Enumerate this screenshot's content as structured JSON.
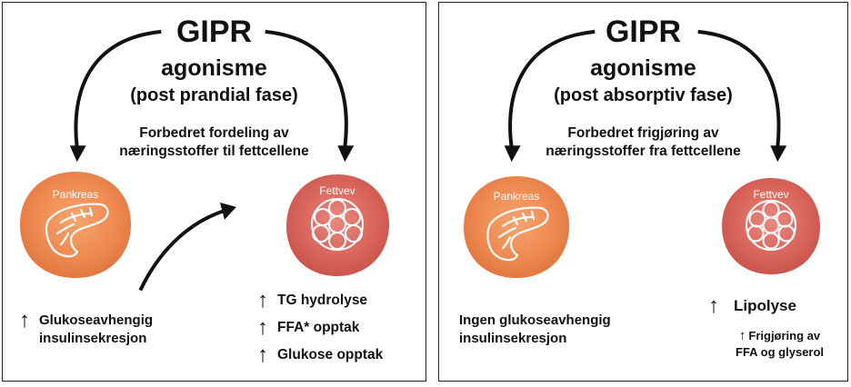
{
  "left": {
    "title": "GIPR",
    "sub1": "agonisme",
    "sub2": "(post prandial fase)",
    "desc_line1": "Forbedret fordeling av",
    "desc_line2": "næringsstoffer til fettcellene",
    "pancreas_label": "Pankreas",
    "fat_label": "Fettvev",
    "pancreas_note_line1": "Glukoseavhengig",
    "pancreas_note_line2": "insulinsekresjon",
    "fat_notes": [
      "TG hydrolyse",
      "FFA* opptak",
      "Glukose opptak"
    ]
  },
  "right": {
    "title": "GIPR",
    "sub1": "agonisme",
    "sub2": "(post absorptiv fase)",
    "desc_line1": "Forbedret frigjøring av",
    "desc_line2": "næringsstoffer fra fettcellene",
    "pancreas_label": "Pankreas",
    "fat_label": "Fettvev",
    "pancreas_note_line1": "Ingen glukoseavhengig",
    "pancreas_note_line2": "insulinsekresjon",
    "fat_note_main": "Lipolyse",
    "fat_note_sub_line1": "Frigjøring av",
    "fat_note_sub_line2": "FFA og glyserol"
  },
  "colors": {
    "pancreas_blob": "#EE8A52",
    "fat_blob": "#D9655C",
    "arrow": "#111111"
  },
  "icons": {
    "up_arrow": "↑"
  }
}
